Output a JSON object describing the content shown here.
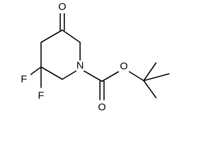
{
  "atoms": {
    "ketone_oxygen": "O",
    "fluorine_1": "F",
    "fluorine_2": "F",
    "ring_nitrogen": "N",
    "ester_oxygen": "O",
    "carbonyl_oxygen": "O"
  }
}
